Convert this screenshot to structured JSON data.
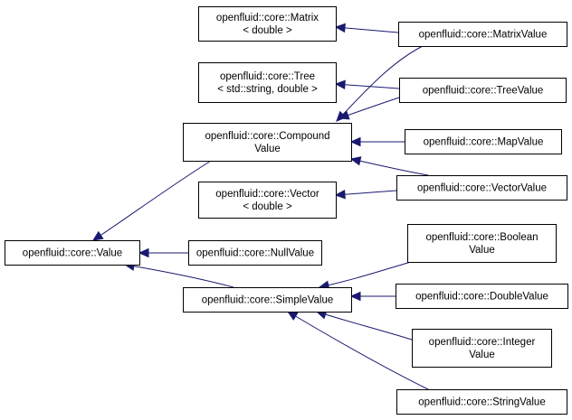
{
  "colors": {
    "edge": "#191970",
    "node_border": "#000000",
    "node_fill": "#ffffff",
    "background": "#ffffff"
  },
  "nodes": {
    "matrix_double": {
      "lines": [
        "openfluid::core::Matrix",
        "< double >"
      ]
    },
    "tree_string_double": {
      "lines": [
        "openfluid::core::Tree",
        "< std::string, double >"
      ]
    },
    "compound_value": {
      "lines": [
        "openfluid::core::Compound",
        "Value"
      ]
    },
    "vector_double": {
      "lines": [
        "openfluid::core::Vector",
        "< double >"
      ]
    },
    "value": {
      "lines": [
        "openfluid::core::Value"
      ]
    },
    "null_value": {
      "lines": [
        "openfluid::core::NullValue"
      ]
    },
    "simple_value": {
      "lines": [
        "openfluid::core::SimpleValue"
      ]
    },
    "matrix_value": {
      "lines": [
        "openfluid::core::MatrixValue"
      ]
    },
    "tree_value": {
      "lines": [
        "openfluid::core::TreeValue"
      ]
    },
    "map_value": {
      "lines": [
        "openfluid::core::MapValue"
      ]
    },
    "vector_value": {
      "lines": [
        "openfluid::core::VectorValue"
      ]
    },
    "boolean_value": {
      "lines": [
        "openfluid::core::Boolean",
        "Value"
      ]
    },
    "double_value": {
      "lines": [
        "openfluid::core::DoubleValue"
      ]
    },
    "integer_value": {
      "lines": [
        "openfluid::core::Integer",
        "Value"
      ]
    },
    "string_value": {
      "lines": [
        "openfluid::core::StringValue"
      ]
    }
  },
  "edges": [
    {
      "from": "matrix_value",
      "to": "matrix_double"
    },
    {
      "from": "matrix_value",
      "to": "compound_value"
    },
    {
      "from": "tree_value",
      "to": "tree_string_double"
    },
    {
      "from": "tree_value",
      "to": "compound_value"
    },
    {
      "from": "map_value",
      "to": "compound_value"
    },
    {
      "from": "vector_value",
      "to": "compound_value"
    },
    {
      "from": "vector_value",
      "to": "vector_double"
    },
    {
      "from": "compound_value",
      "to": "value"
    },
    {
      "from": "null_value",
      "to": "value"
    },
    {
      "from": "simple_value",
      "to": "value"
    },
    {
      "from": "boolean_value",
      "to": "simple_value"
    },
    {
      "from": "double_value",
      "to": "simple_value"
    },
    {
      "from": "integer_value",
      "to": "simple_value"
    },
    {
      "from": "string_value",
      "to": "simple_value"
    }
  ]
}
